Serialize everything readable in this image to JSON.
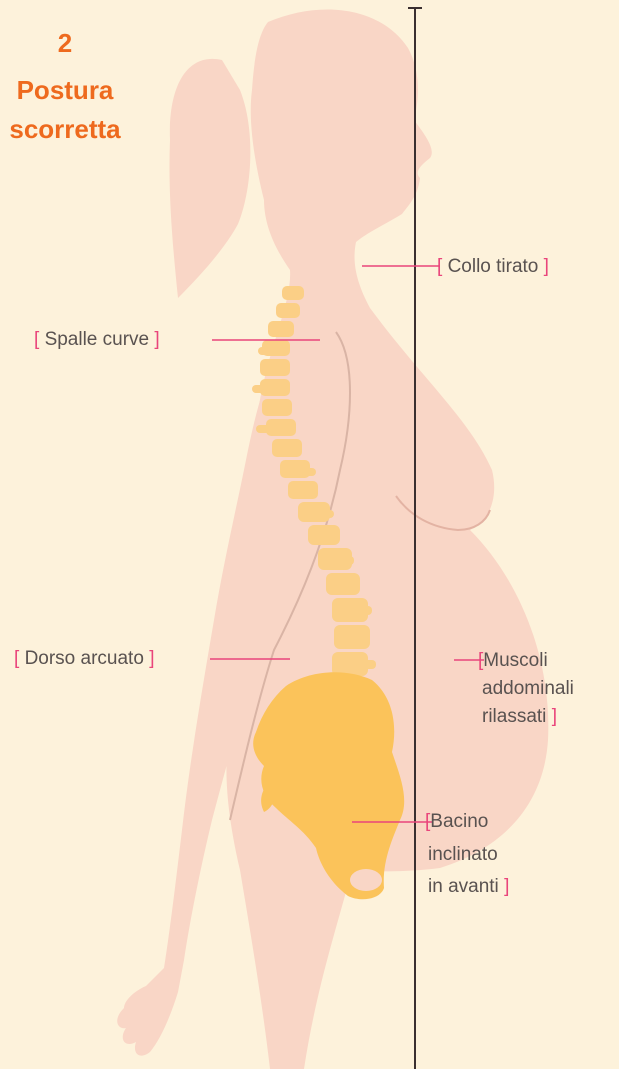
{
  "diagram": {
    "title": {
      "number": "2",
      "line1": "Postura",
      "line2": "scorretta"
    },
    "labels": {
      "collo": "Collo tirato",
      "spalle": "Spalle curve",
      "dorso": "Dorso arcuato",
      "muscoli_1": "Muscoli",
      "muscoli_2": "addominali",
      "muscoli_3": "rilassati",
      "bacino_1": "Bacino",
      "bacino_2": "inclinato",
      "bacino_3": "in avanti"
    },
    "brackets": {
      "open": "[",
      "close": "]"
    },
    "colors": {
      "background": "#fdf2db",
      "silhouette": "#f9d6c6",
      "spine": "#fbcf86",
      "pelvis": "#fbc35a",
      "title": "#ee6a1e",
      "bracket": "#e9457b",
      "text": "#595250",
      "plumb_line": "#3a2f30"
    }
  }
}
